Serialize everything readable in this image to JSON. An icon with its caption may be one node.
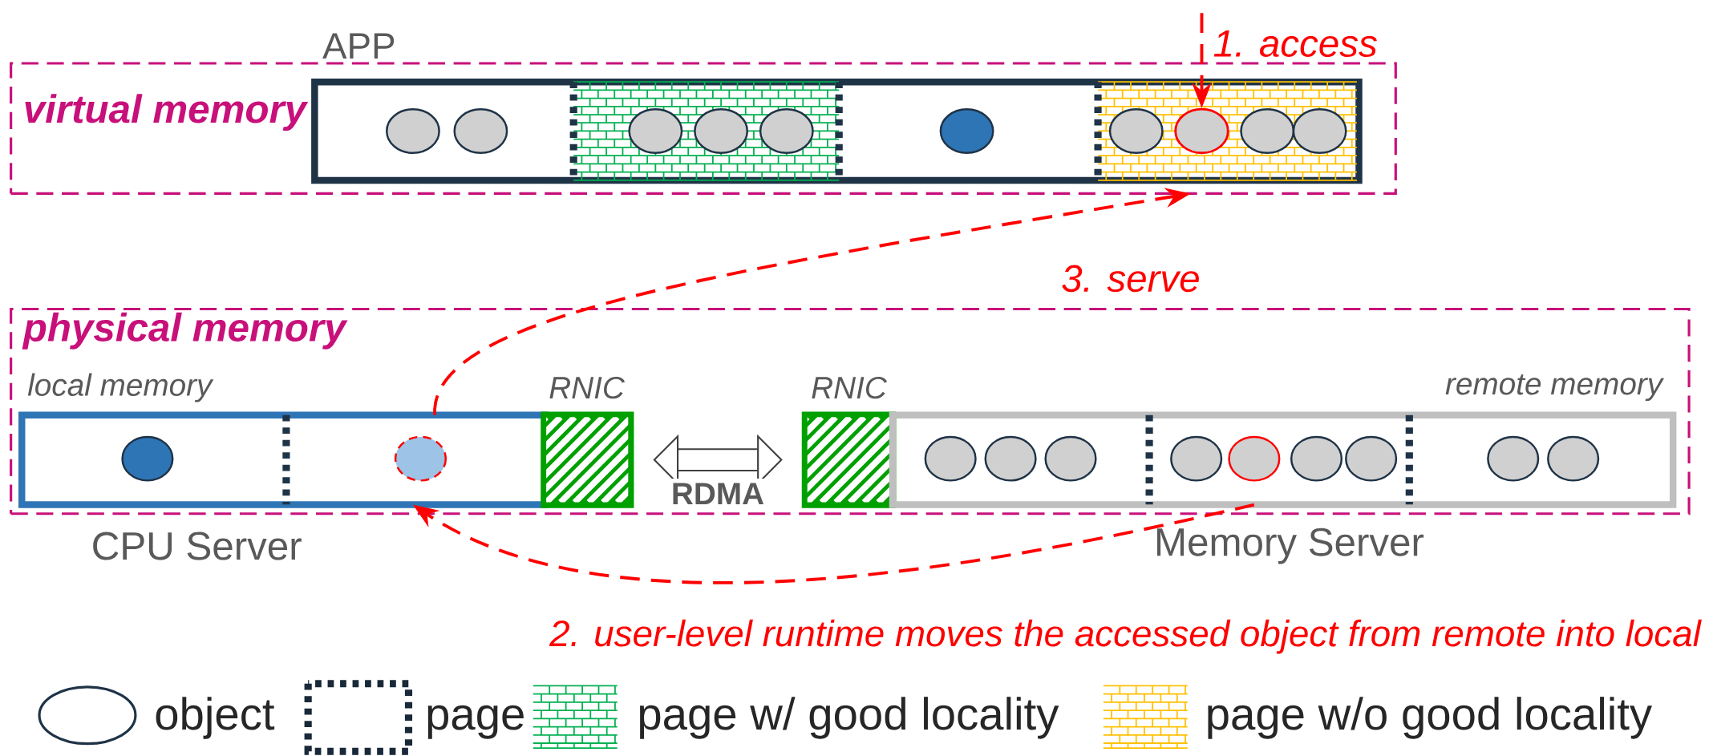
{
  "diagram": {
    "nodes": [
      {
        "text": [
          "virtual memory"
        ]
      },
      {
        "text": [
          "APP"
        ],
        "in": 0
      },
      {
        "text": [],
        "shape": "circle",
        "in": 1
      },
      {
        "text": [
          "physical memory"
        ]
      },
      {
        "text": [
          "local memory"
        ],
        "beside": [
          "CPU Server"
        ],
        "in": 3
      },
      {
        "text": [
          "RNIC"
        ],
        "in": 3
      },
      {
        "text": [
          "RNIC"
        ],
        "in": 3
      },
      {
        "text": [
          "remote memory"
        ],
        "beside": [
          "Memory Server"
        ],
        "in": 3
      }
    ],
    "edges": [
      {
        "from": null,
        "to": 2,
        "arrow": "to",
        "label": "1. access",
        "style": "dashed",
        "color": "#ff0000"
      },
      {
        "from": 7,
        "to": 4,
        "arrow": "to",
        "label": "2. user-level runtime moves the accessed object from remote into local",
        "style": "dashed",
        "color": "#ff0000"
      },
      {
        "from": 4,
        "to": 0,
        "arrow": "to",
        "label": "3. serve",
        "style": "dashed",
        "color": "#ff0000"
      },
      {
        "from": 5,
        "to": 6,
        "arrow": "both",
        "label": "RDMA",
        "style": "thick",
        "color": "#404040"
      }
    ],
    "legend": [
      {
        "text": "object"
      },
      {
        "text": "page"
      },
      {
        "text": "page w/ good locality"
      },
      {
        "text": "page w/o good locality"
      }
    ]
  }
}
